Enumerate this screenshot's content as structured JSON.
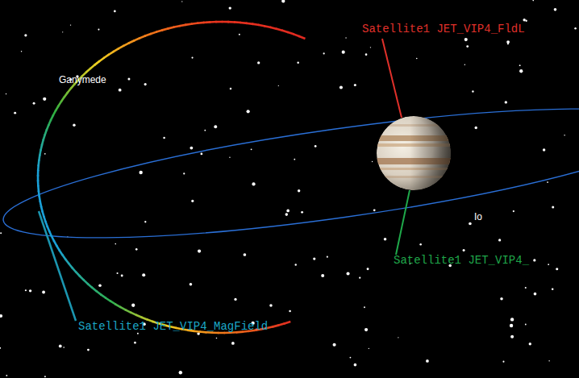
{
  "diagram": {
    "labels": [
      "Satellite1 JET_VIP4_FldL",
      "Ganymede",
      "Io",
      "Satellite1 JET_VIP4_",
      "Satellite1 JET_VIP4_MagField"
    ]
  }
}
